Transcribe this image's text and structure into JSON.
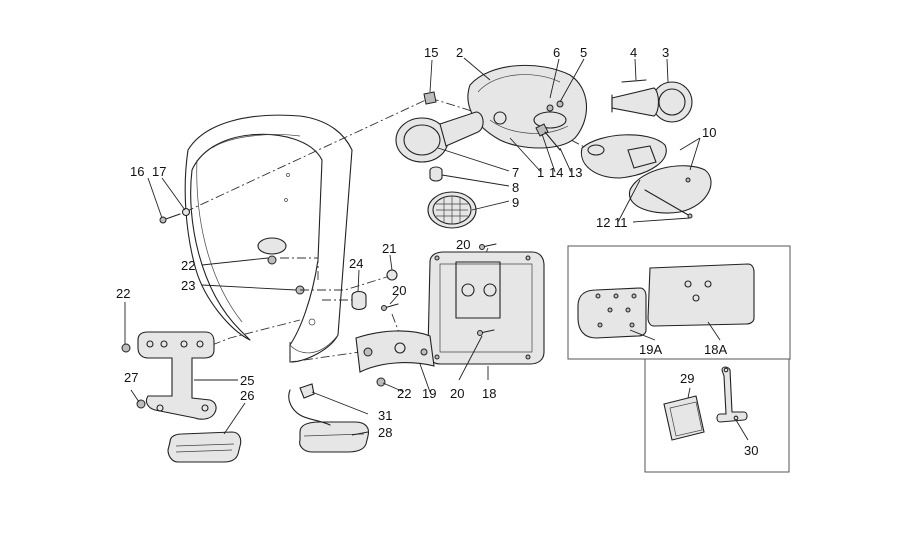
{
  "callouts": {
    "c1": "1",
    "c2": "2",
    "c3": "3",
    "c4": "4",
    "c5": "5",
    "c6": "6",
    "c7": "7",
    "c8": "8",
    "c9": "9",
    "c10": "10",
    "c11": "11",
    "c12": "12",
    "c13": "13",
    "c14": "14",
    "c15": "15",
    "c16": "16",
    "c17": "17",
    "c18": "18",
    "c18a": "18A",
    "c19": "19",
    "c19a": "19A",
    "c20a": "20",
    "c20b": "20",
    "c20c": "20",
    "c21": "21",
    "c22a": "22",
    "c22b": "22",
    "c22c": "22",
    "c23": "23",
    "c24": "24",
    "c25": "25",
    "c26": "26",
    "c27": "27",
    "c28": "28",
    "c29": "29",
    "c30": "30",
    "c31": "31"
  }
}
